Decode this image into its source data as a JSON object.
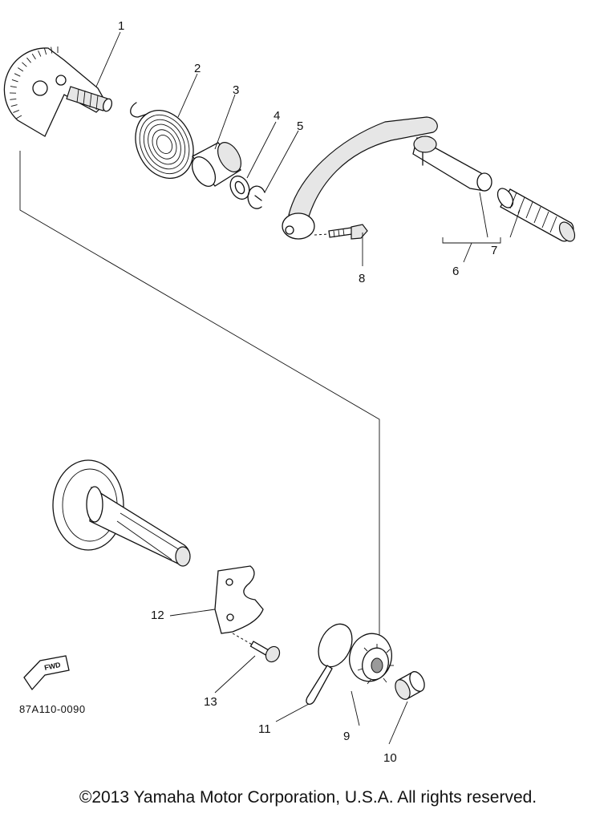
{
  "parts": [
    {
      "callout": "1"
    },
    {
      "callout": "2"
    },
    {
      "callout": "3"
    },
    {
      "callout": "4"
    },
    {
      "callout": "5"
    },
    {
      "callout": "6"
    },
    {
      "callout": "7"
    },
    {
      "callout": "8"
    },
    {
      "callout": "9"
    },
    {
      "callout": "10"
    },
    {
      "callout": "11"
    },
    {
      "callout": "12"
    },
    {
      "callout": "13"
    }
  ],
  "direction_badge": "FWD",
  "diagram_code": "87A110-0090",
  "copyright": "©2013 Yamaha Motor Corporation, U.S.A. All rights reserved."
}
